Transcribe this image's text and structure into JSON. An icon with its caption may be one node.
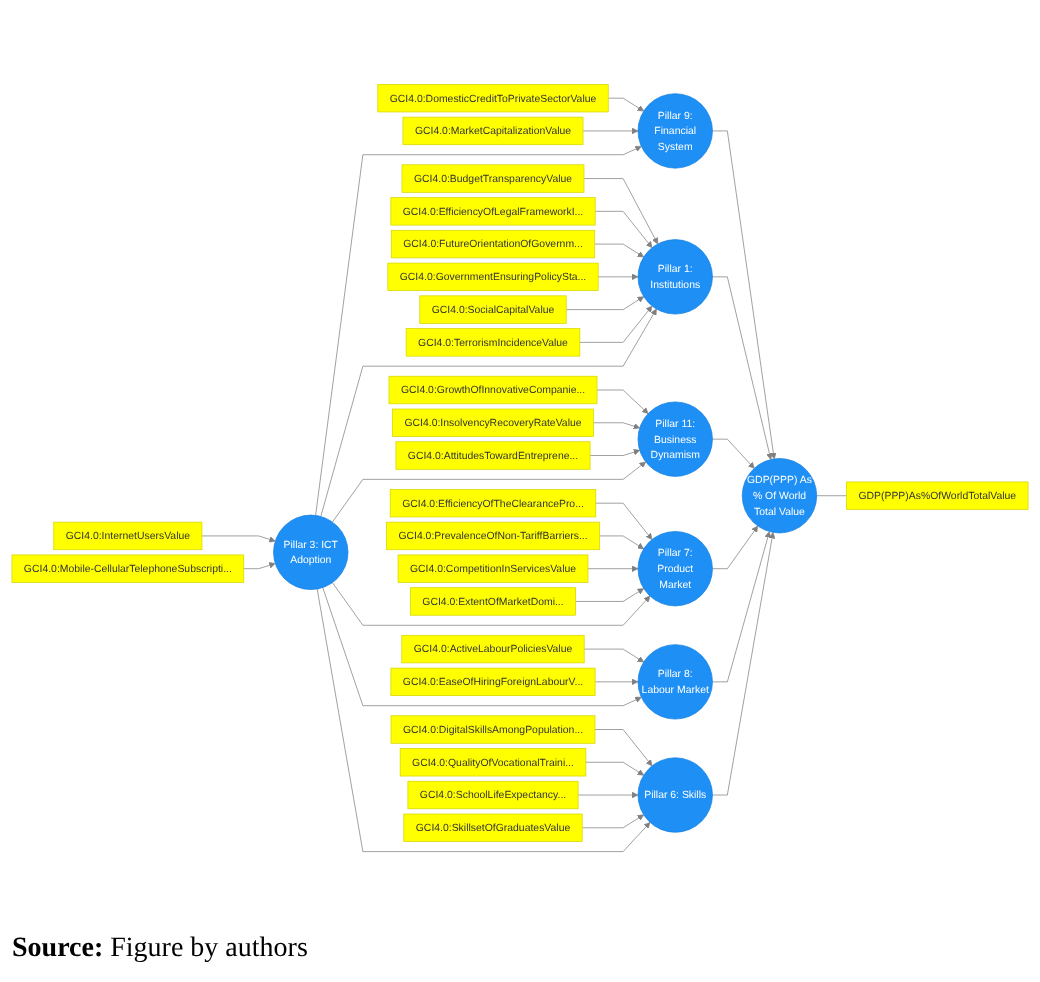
{
  "diagram": {
    "caption": "**Source:** Figure by authors",
    "nodes": [
      {
        "text": [
          "GCI4.0:DomesticCreditToPrivateSectorValue"
        ]
      },
      {
        "text": [
          "Pillar 9: Financial System"
        ]
      },
      {
        "text": [
          "GCI4.0:MarketCapitalizationValue"
        ]
      },
      {
        "text": [
          "GCI4.0:BudgetTransparencyValue"
        ]
      },
      {
        "text": [
          "GCI4.0:EfficiencyOfLegalFrameworkI..."
        ]
      },
      {
        "text": [
          "GCI4.0:FutureOrientationOfGovernm..."
        ]
      },
      {
        "text": [
          "GCI4.0:GovernmentEnsuringPolicySta..."
        ]
      },
      {
        "text": [
          "GCI4.0:SocialCapitalValue"
        ]
      },
      {
        "text": [
          "GCI4.0:TerrorismIncidenceValue"
        ]
      },
      {
        "text": [
          "Pillar 1: Institutions"
        ]
      },
      {
        "text": [
          "GDP(PPP)As%OfWorldTotalValue"
        ]
      },
      {
        "text": [
          "GDP(PPP) As % Of World Total Value"
        ]
      },
      {
        "text": [
          "GCI4.0:GrowthOfInnovativeCompanie..."
        ]
      },
      {
        "text": [
          "GCI4.0:InsolvencyRecoveryRateValue"
        ]
      },
      {
        "text": [
          "GCI4.0:AttitudesTowardEntreprene..."
        ]
      },
      {
        "text": [
          "GCI4.0:InternetUsersValue"
        ]
      },
      {
        "text": [
          "Pillar 3: ICT Adoption"
        ]
      },
      {
        "text": [
          "Pillar 11: Business Dynamism"
        ]
      },
      {
        "text": [
          "GCI4.0:Mobile-CellularTelephoneSubscripti..."
        ]
      },
      {
        "text": [
          "GCI4.0:EfficiencyOfTheClearancePro..."
        ]
      },
      {
        "text": [
          "GCI4.0:PrevalenceOfNon-TariffBarriers..."
        ]
      },
      {
        "text": [
          "GCI4.0:CompetitionInServicesValue"
        ]
      },
      {
        "text": [
          "GCI4.0:ExtentOfMarketDomi..."
        ]
      },
      {
        "text": [
          "Pillar 7: Product Market"
        ]
      },
      {
        "text": [
          "GCI4.0:ActiveLabourPoliciesValue"
        ]
      },
      {
        "text": [
          "Pillar 8: Labour Market"
        ]
      },
      {
        "text": [
          "GCI4.0:EaseOfHiringForeignLabourV..."
        ]
      },
      {
        "text": [
          "GCI4.0:DigitalSkillsAmongPopulation..."
        ]
      },
      {
        "text": [
          "Pillar 6: Skills"
        ]
      },
      {
        "text": [
          "GCI4.0:QualityOfVocationalTraini..."
        ]
      },
      {
        "text": [
          "GCI4.0:SchoolLifeExpectancy..."
        ]
      },
      {
        "text": [
          "GCI4.0:SkillsetOfGraduatesValue"
        ]
      }
    ],
    "edges": [
      {
        "from": 0,
        "to": 1,
        "arrow": "to"
      },
      {
        "from": 2,
        "to": 1,
        "arrow": "to"
      },
      {
        "from": 16,
        "to": 1,
        "arrow": "to"
      },
      {
        "from": 1,
        "to": 11,
        "arrow": "to"
      },
      {
        "from": 3,
        "to": 9,
        "arrow": "to"
      },
      {
        "from": 4,
        "to": 9,
        "arrow": "to"
      },
      {
        "from": 5,
        "to": 9,
        "arrow": "to"
      },
      {
        "from": 6,
        "to": 9,
        "arrow": "to"
      },
      {
        "from": 7,
        "to": 9,
        "arrow": "to"
      },
      {
        "from": 8,
        "to": 9,
        "arrow": "to"
      },
      {
        "from": 16,
        "to": 9,
        "arrow": "to"
      },
      {
        "from": 9,
        "to": 11,
        "arrow": "to"
      },
      {
        "from": 11,
        "to": 10,
        "arrow": "none"
      },
      {
        "from": 12,
        "to": 17,
        "arrow": "to"
      },
      {
        "from": 13,
        "to": 17,
        "arrow": "to"
      },
      {
        "from": 14,
        "to": 17,
        "arrow": "to"
      },
      {
        "from": 16,
        "to": 17,
        "arrow": "to"
      },
      {
        "from": 17,
        "to": 11,
        "arrow": "to"
      },
      {
        "from": 15,
        "to": 16,
        "arrow": "to"
      },
      {
        "from": 18,
        "to": 16,
        "arrow": "to"
      },
      {
        "from": 19,
        "to": 23,
        "arrow": "to"
      },
      {
        "from": 20,
        "to": 23,
        "arrow": "to"
      },
      {
        "from": 21,
        "to": 23,
        "arrow": "to"
      },
      {
        "from": 22,
        "to": 23,
        "arrow": "to"
      },
      {
        "from": 16,
        "to": 23,
        "arrow": "to"
      },
      {
        "from": 23,
        "to": 11,
        "arrow": "to"
      },
      {
        "from": 24,
        "to": 25,
        "arrow": "to"
      },
      {
        "from": 26,
        "to": 25,
        "arrow": "to"
      },
      {
        "from": 16,
        "to": 25,
        "arrow": "to"
      },
      {
        "from": 25,
        "to": 11,
        "arrow": "to"
      },
      {
        "from": 27,
        "to": 28,
        "arrow": "to"
      },
      {
        "from": 29,
        "to": 28,
        "arrow": "to"
      },
      {
        "from": 30,
        "to": 28,
        "arrow": "to"
      },
      {
        "from": 31,
        "to": 28,
        "arrow": "to"
      },
      {
        "from": 16,
        "to": 28,
        "arrow": "to"
      },
      {
        "from": 28,
        "to": 11,
        "arrow": "to"
      }
    ]
  }
}
